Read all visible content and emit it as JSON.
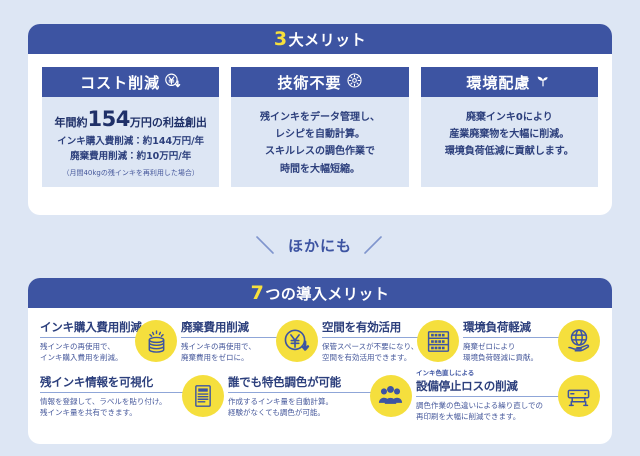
{
  "theme": {
    "page_bg": "#dde6f4",
    "brand_blue": "#3d54a2",
    "accent_yellow": "#f5df3d",
    "header_highlight": "#f7e03c",
    "text_blue": "#2c3f7c"
  },
  "top_panel": {
    "header": {
      "number": "3",
      "label": "大メリット"
    },
    "cards": [
      {
        "title": "コスト削減",
        "icon": "yen-down-icon",
        "lead_prefix": "年間約",
        "lead_number": "154",
        "lead_suffix": "万円の利益創出",
        "sub_lines": [
          "インキ購入費削減：約144万円/年",
          "廃棄費用削減：約10万円/年"
        ],
        "note": "（月間40kgの残インキを再利用した場合）"
      },
      {
        "title": "技術不要",
        "icon": "gear-icon",
        "text_lines": [
          "残インキをデータ管理し、",
          "レシピを自動計算。",
          "スキルレスの調色作業で",
          "時間を大幅短縮。"
        ]
      },
      {
        "title": "環境配慮",
        "icon": "sprout-icon",
        "text_lines": [
          "廃棄インキ0により",
          "産業廃棄物を大幅に削減。",
          "環境負荷低減に貢献します。"
        ]
      }
    ]
  },
  "divider": {
    "text": "ほかにも"
  },
  "bottom_panel": {
    "header": {
      "number": "7",
      "label": "つの導入メリット"
    },
    "row1": [
      {
        "title": "インキ購入費用削減",
        "icon": "coin-stack-icon",
        "desc_lines": [
          "残インキの再使用で、",
          "インキ購入費用を削減。"
        ]
      },
      {
        "title": "廃棄費用削減",
        "icon": "yen-down-circle-icon",
        "desc_lines": [
          "残インキの再使用で、",
          "廃棄費用をゼロに。"
        ]
      },
      {
        "title": "空間を有効活用",
        "icon": "shelf-rack-icon",
        "desc_lines": [
          "保管スペースが不要になり、",
          "空間を有効活用できます。"
        ]
      },
      {
        "title": "環境負荷軽減",
        "icon": "globe-hand-icon",
        "desc_lines": [
          "廃棄ゼロにより",
          "環境負荷軽減に貢献。"
        ]
      }
    ],
    "row2": [
      {
        "title": "残インキ情報を可視化",
        "icon": "label-document-icon",
        "desc_lines": [
          "情報を登録して、ラベルを貼り付け。",
          "残インキ量を共有できます。"
        ]
      },
      {
        "title": "誰でも特色調色が可能",
        "icon": "people-icon",
        "desc_lines": [
          "作成するインキ量を自動計算。",
          "経験がなくても調色が可能。"
        ]
      },
      {
        "eyebrow": "インキ色直しによる",
        "title": "設備停止ロスの削減",
        "icon": "printer-icon",
        "desc_lines": [
          "調色作業の色違いによる繰り直しでの",
          "再印刷を大幅に削減できます。"
        ]
      }
    ]
  }
}
